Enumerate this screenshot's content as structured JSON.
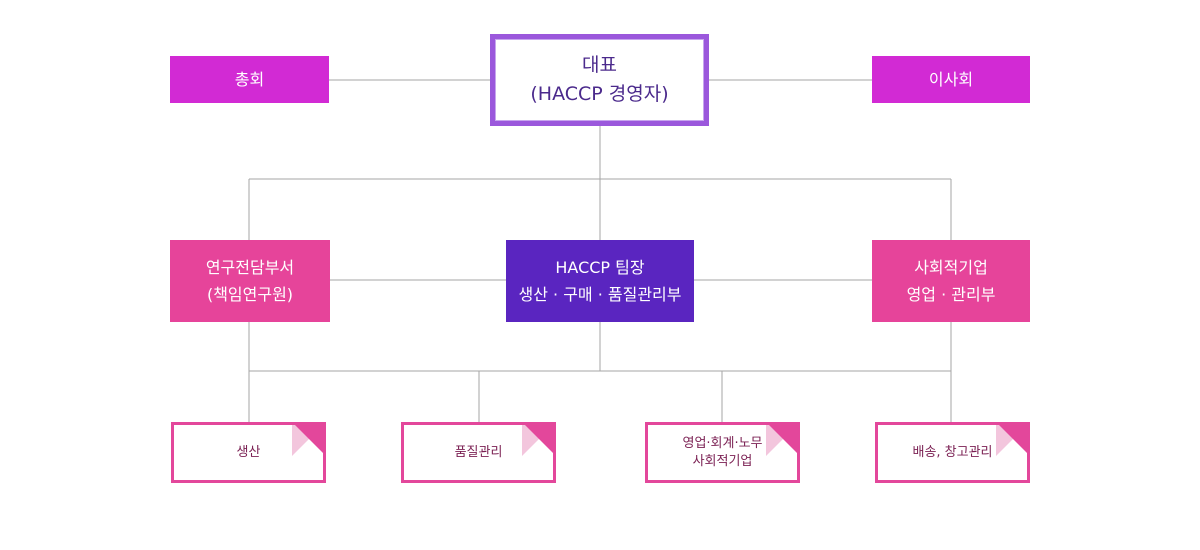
{
  "top": {
    "general_meeting": "총회",
    "ceo_line1": "대표",
    "ceo_line2": "(HACCP 경영자)",
    "board": "이사회"
  },
  "middle": {
    "research_line1": "연구전담부서",
    "research_line2": "(책임연구원)",
    "haccp_line1": "HACCP 팀장",
    "haccp_line2": "생산 · 구매 · 품질관리부",
    "social_line1": "사회적기업",
    "social_line2": "영업 · 관리부"
  },
  "bottom": {
    "production": "생산",
    "quality": "품질관리",
    "sales_line1": "영업·회계·노무",
    "sales_line2": "사회적기업",
    "delivery": "배송, 창고관리"
  },
  "colors": {
    "magenta": "#d22ad4",
    "pink": "#e6449a",
    "purple": "#5a25c0",
    "ceo_border": "#9b58dc",
    "line": "#9e9e9e"
  }
}
